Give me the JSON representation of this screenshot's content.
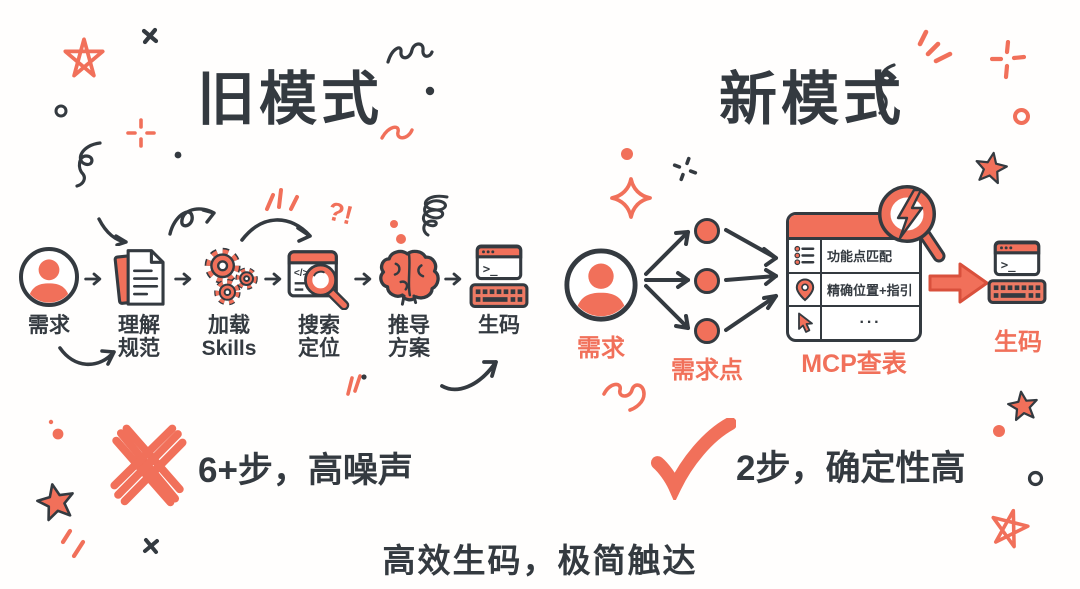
{
  "palette": {
    "coral": "#f1705a",
    "ink": "#343a40",
    "bg": "#fffefd"
  },
  "old_mode": {
    "title": "旧模式",
    "steps": [
      {
        "icon": "user-icon",
        "lines": [
          "需求"
        ]
      },
      {
        "icon": "document-icon",
        "lines": [
          "理解",
          "规范"
        ]
      },
      {
        "icon": "gears-icon",
        "lines": [
          "加载",
          "Skills"
        ]
      },
      {
        "icon": "search-window-icon",
        "lines": [
          "搜索",
          "定位"
        ]
      },
      {
        "icon": "brain-icon",
        "lines": [
          "推导",
          "方案"
        ]
      },
      {
        "icon": "terminal-keyboard-icon",
        "lines": [
          "生码"
        ]
      }
    ],
    "verdict": {
      "symbol": "x-mark",
      "text": "6+步，高噪声"
    }
  },
  "new_mode": {
    "title": "新模式",
    "input_label": "需求",
    "points_label": "需求点",
    "points_count": 3,
    "table": {
      "label": "MCP查表",
      "rows": [
        {
          "icon": "list-icon",
          "text": "功能点匹配"
        },
        {
          "icon": "map-pin-icon",
          "text": "精确位置+指引"
        },
        {
          "icon": "cursor-icon",
          "text": "···"
        }
      ]
    },
    "output_label": "生码",
    "verdict": {
      "symbol": "check-mark",
      "text": "2步，确定性高"
    }
  },
  "footer": "高效生码，极简触达",
  "glyphs": {
    "code": "</>",
    "prompt": ">_",
    "surprise": "?!"
  },
  "icons": [
    "user-icon",
    "document-icon",
    "gears-icon",
    "search-window-icon",
    "brain-icon",
    "terminal-keyboard-icon",
    "list-icon",
    "map-pin-icon",
    "cursor-icon",
    "magnifier-lightning-icon",
    "block-arrow-icon",
    "x-mark-icon",
    "check-mark-icon",
    "star-doodle",
    "sparkle-doodle",
    "squiggle-doodle",
    "arrow-doodle"
  ]
}
